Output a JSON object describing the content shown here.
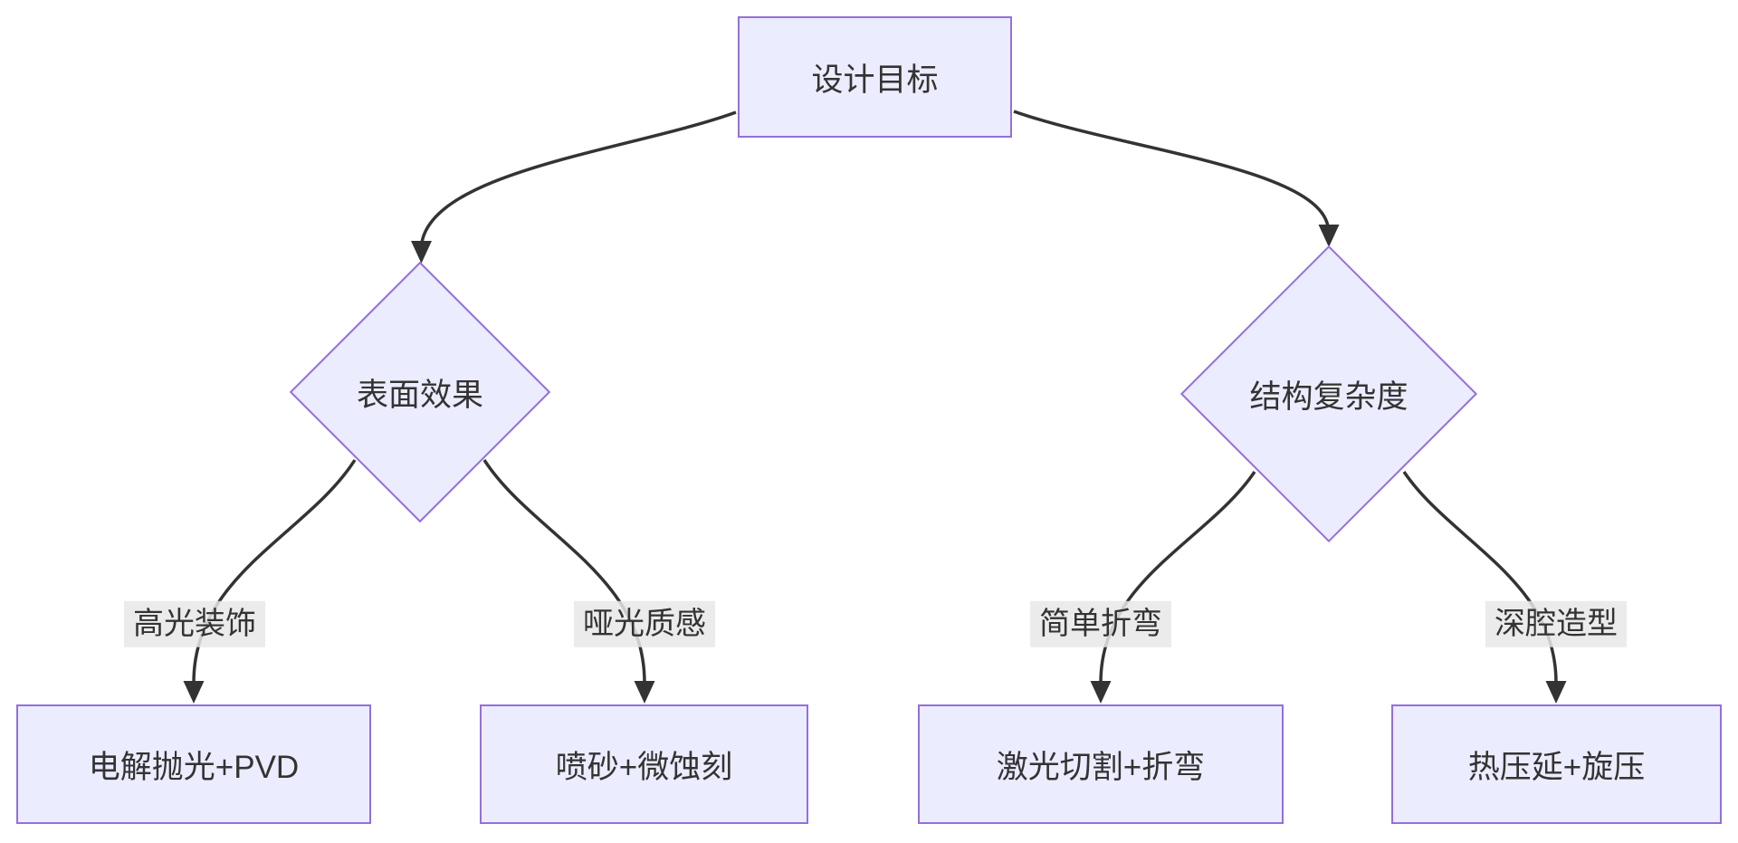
{
  "diagram": {
    "type": "flowchart-top-down",
    "nodes": {
      "root": {
        "label": "设计目标",
        "shape": "rectangle"
      },
      "surface": {
        "label": "表面效果",
        "shape": "diamond"
      },
      "structure": {
        "label": "结构复杂度",
        "shape": "diamond"
      },
      "leaf1": {
        "label": "电解抛光+PVD",
        "shape": "rectangle"
      },
      "leaf2": {
        "label": "喷砂+微蚀刻",
        "shape": "rectangle"
      },
      "leaf3": {
        "label": "激光切割+折弯",
        "shape": "rectangle"
      },
      "leaf4": {
        "label": "热压延+旋压",
        "shape": "rectangle"
      }
    },
    "edges": [
      {
        "from": "设计目标",
        "to": "表面效果",
        "label": ""
      },
      {
        "from": "设计目标",
        "to": "结构复杂度",
        "label": ""
      },
      {
        "from": "表面效果",
        "to": "电解抛光+PVD",
        "label": "高光装饰"
      },
      {
        "from": "表面效果",
        "to": "喷砂+微蚀刻",
        "label": "哑光质感"
      },
      {
        "from": "结构复杂度",
        "to": "激光切割+折弯",
        "label": "简单折弯"
      },
      {
        "from": "结构复杂度",
        "to": "热压延+旋压",
        "label": "深腔造型"
      }
    ],
    "colors": {
      "node_fill": "#ECECFF",
      "node_border": "#9370DB",
      "edge": "#333333",
      "edge_label_bg": "#E8E8E8",
      "text": "#333333",
      "background": "#FFFFFF"
    }
  }
}
